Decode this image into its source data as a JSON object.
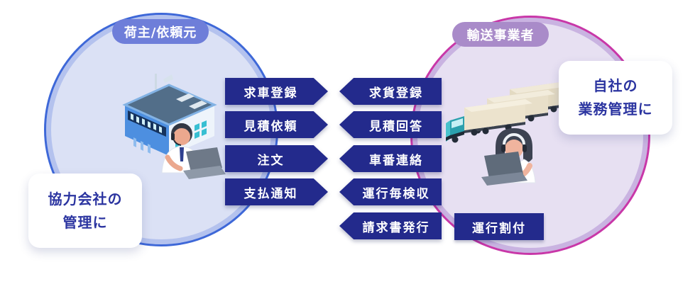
{
  "colors": {
    "navy": "#232a8c",
    "left-circle-fill": "#dbe1f5",
    "left-circle-border": "#3e68d8",
    "left-pill-bg": "#6e7ed9",
    "right-circle-fill": "#e7e0f2",
    "right-circle-border": "#c837a8",
    "right-pill-bg": "#a98bc9",
    "card-text": "#2b34a0"
  },
  "shipper": {
    "pill_label": "荷主/依頼元",
    "note_line1": "協力会社の",
    "note_line2": "管理に"
  },
  "carrier": {
    "pill_label": "輸送事業者",
    "note_line1": "自社の",
    "note_line2": "業務管理に",
    "internal_task": "運行割付"
  },
  "flows_to_carrier": [
    "求車登録",
    "見積依頼",
    "注文",
    "支払通知"
  ],
  "flows_to_shipper": [
    "求貨登録",
    "見積回答",
    "車番連絡",
    "運行毎検収",
    "請求書発行"
  ],
  "illustrations": {
    "left": "office-building-with-worker",
    "right": "truck-fleet-with-operator"
  }
}
